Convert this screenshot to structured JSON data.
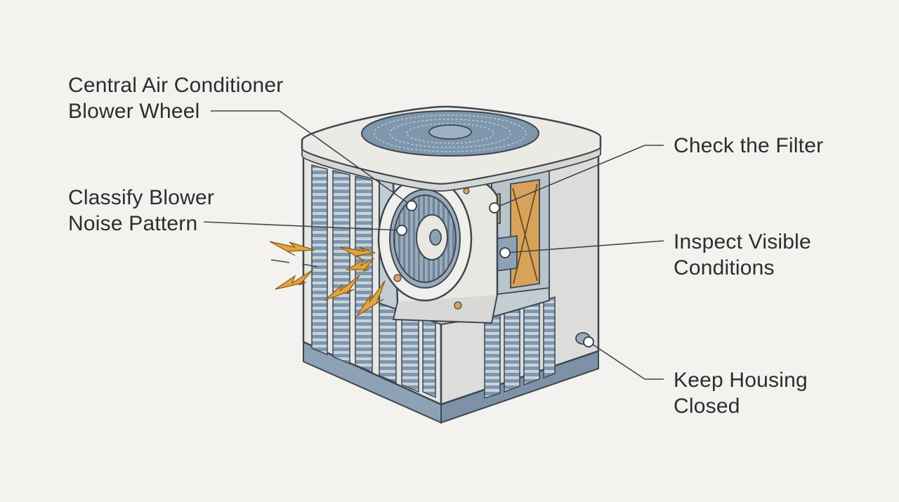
{
  "callouts": {
    "blower_wheel": {
      "line1": "Central Air Conditioner",
      "line2": "Blower Wheel"
    },
    "noise_pattern": {
      "line1": "Classify Blower",
      "line2": "Noise Pattern"
    },
    "filter": {
      "line1": "Check the Filter"
    },
    "visible_conditions": {
      "line1": "Inspect Visible",
      "line2": "Conditions"
    },
    "housing": {
      "line1": "Keep Housing",
      "line2": "Closed"
    }
  },
  "colors": {
    "background": "#f3f2ee",
    "outline": "#3e4650",
    "housing_light": "#e6e6e3",
    "grille_blue": "#7f97ad",
    "base_blue": "#8ea2b6",
    "filter_orange": "#d7a35a",
    "spark_orange": "#e0a540",
    "text": "#2b2d30"
  }
}
